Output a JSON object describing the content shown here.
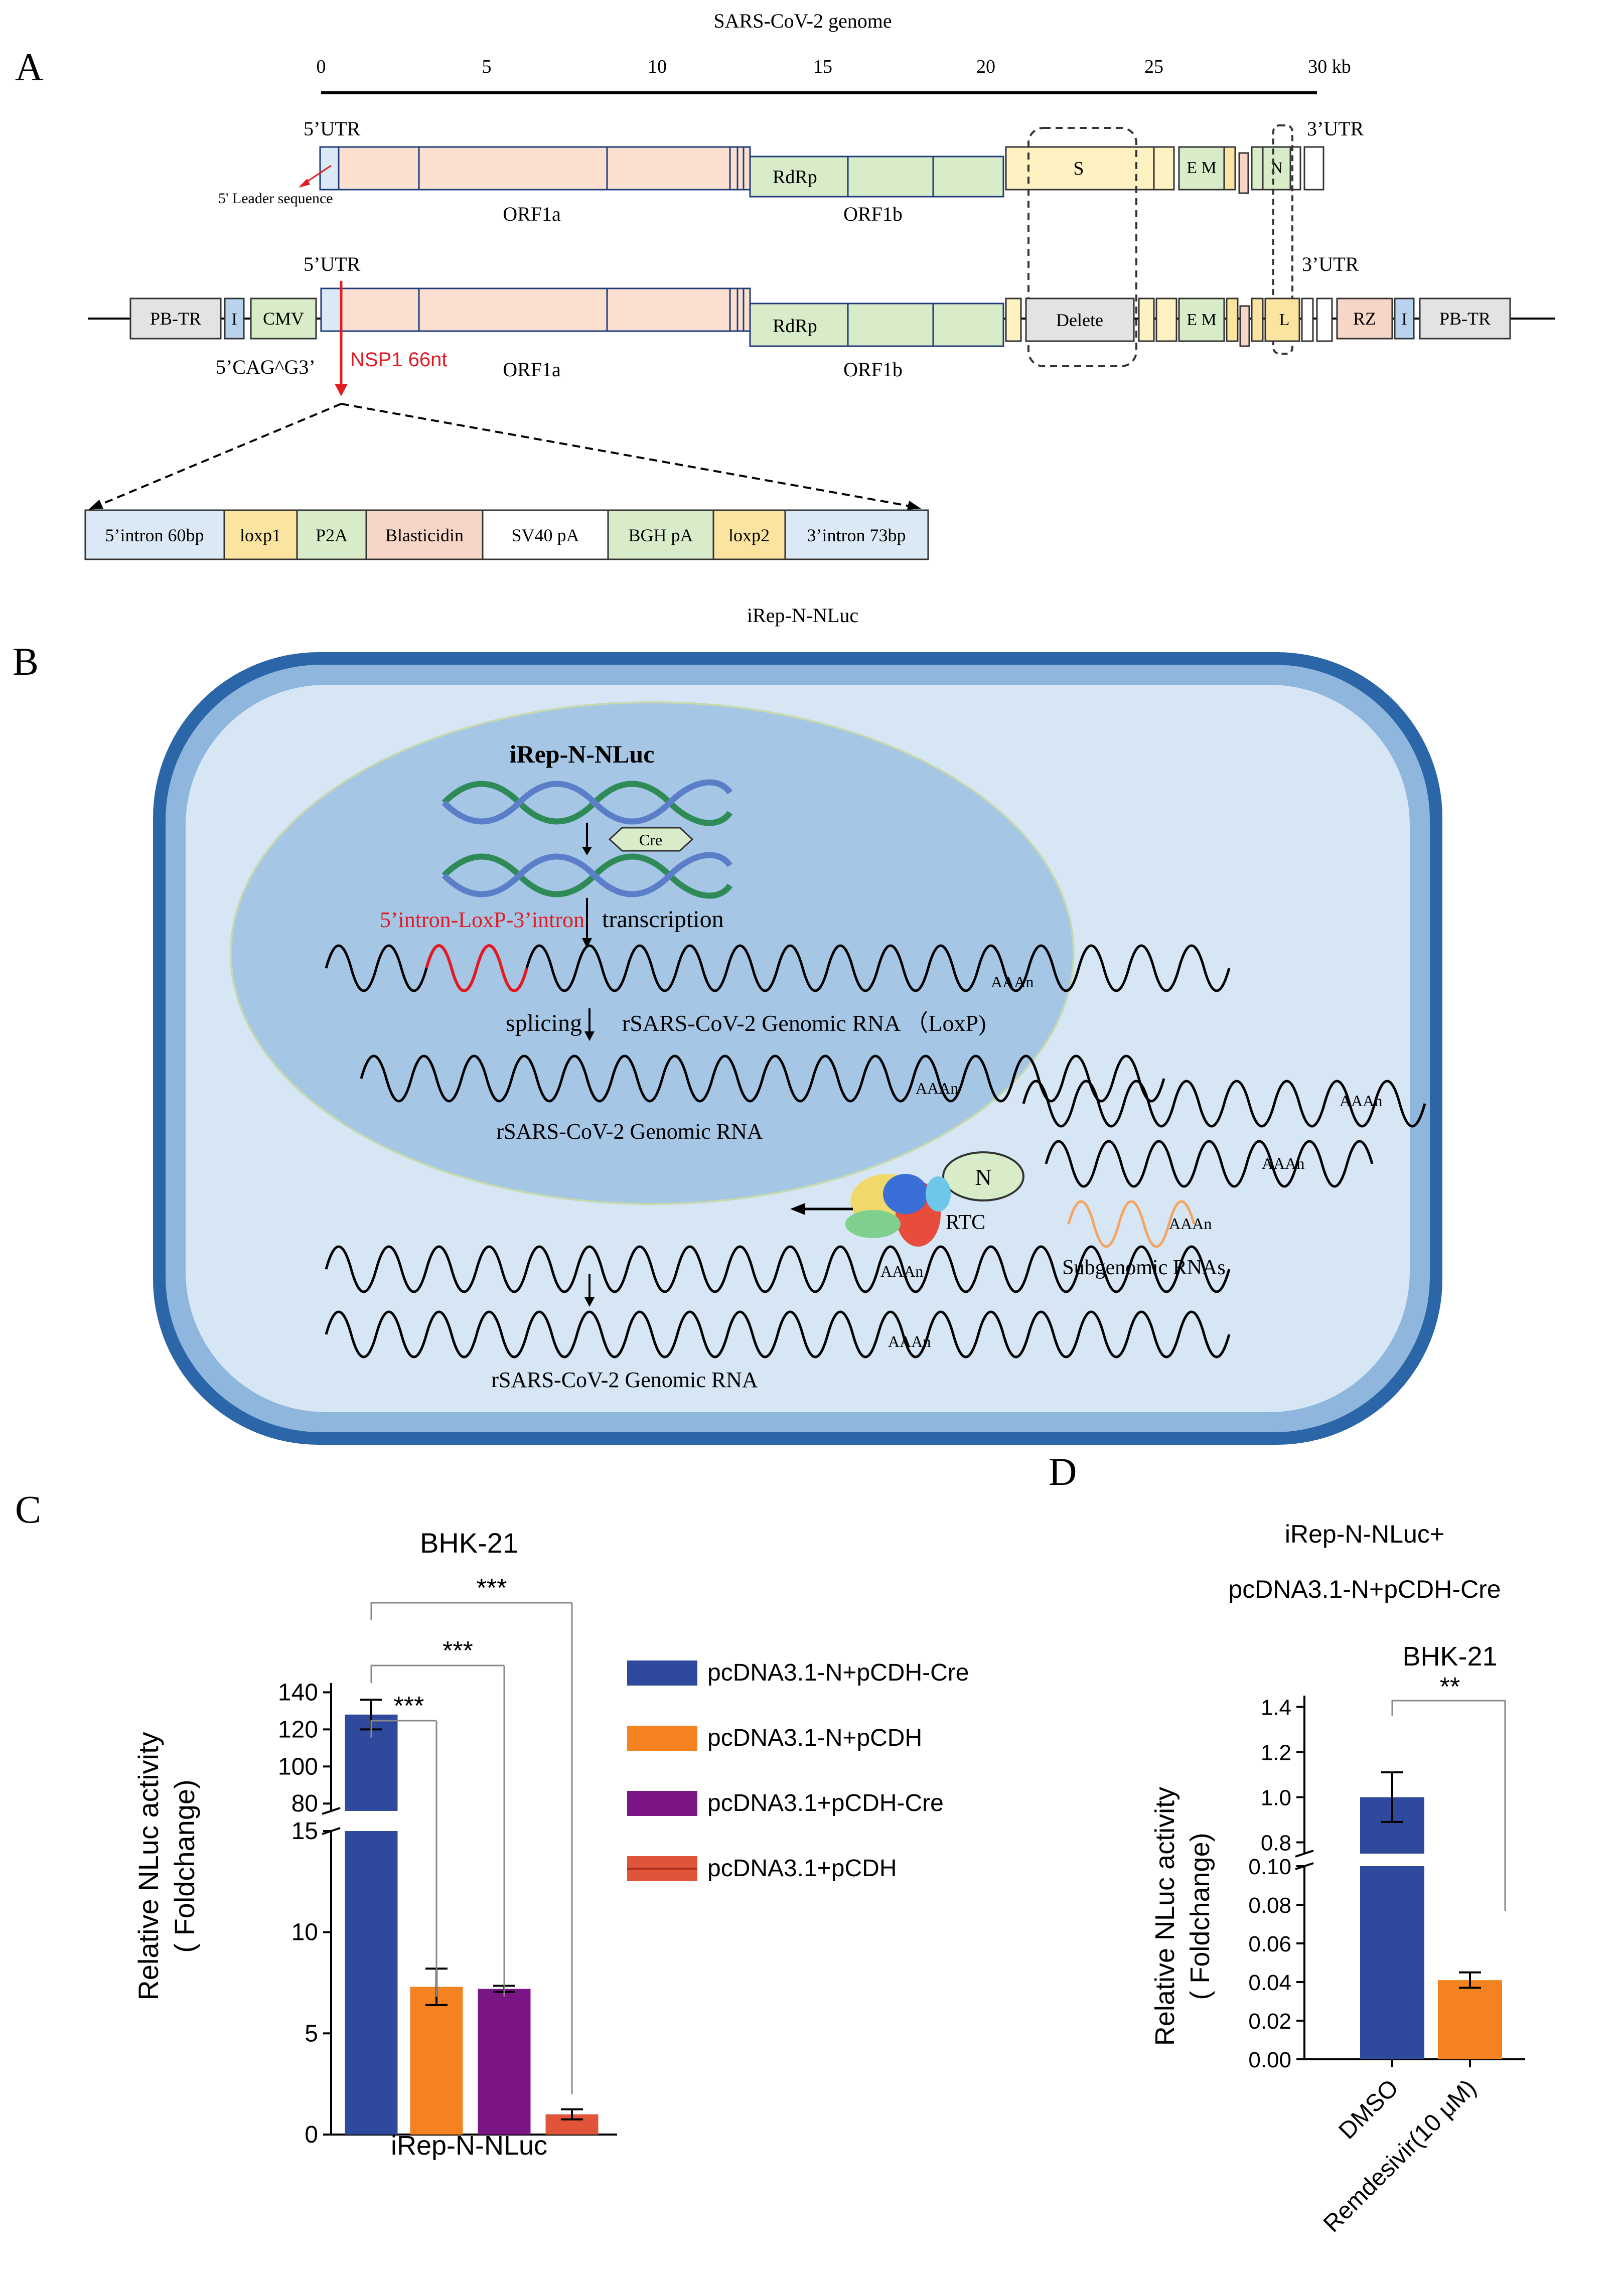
{
  "panel_labels": {
    "a": "A",
    "b": "B",
    "c": "C",
    "d": "D"
  },
  "panel_a": {
    "title": "SARS-CoV-2 genome",
    "scale_ticks": [
      "0",
      "5",
      "10",
      "15",
      "20",
      "25",
      "30 kb"
    ],
    "utr5": "5’UTR",
    "utr3": "3’UTR",
    "leader": "5' Leader sequence",
    "rdrp": "RdRp",
    "s": "S",
    "e_m": "E M",
    "n": "N",
    "orf1a": "ORF1a",
    "orf1b": "ORF1b",
    "pb_tr": "PB-TR",
    "i": "I",
    "cmv": "CMV",
    "delete": "Delete",
    "l": "L",
    "rz": "RZ",
    "cag": "5’CAG^G3’",
    "nsp1": "NSP1 66nt",
    "insert": [
      "5’intron 60bp",
      "loxp1",
      "P2A",
      "Blasticidin",
      "SV40 pA",
      "BGH pA",
      "loxp2",
      "3’intron 73bp"
    ],
    "colors": {
      "orf1a": "#fbe0d2",
      "orf1b": "#d9ecc9",
      "s": "#fff2c2",
      "gray": "#e3e3e3",
      "blue_box": "#b9d3ee",
      "yellow": "#fbe3a0",
      "green": "#d9ecc9",
      "pink": "#f7d5c7",
      "light_blue": "#dbe9f6",
      "red": "#e11b22",
      "outline_blue": "#1f3d7a"
    }
  },
  "panel_b": {
    "title": "iRep-N-NLuc",
    "inner_title": "iRep-N-NLuc",
    "cre": "Cre",
    "loxp_label": "5’intron-LoxP-3’intron",
    "transcription": "transcription",
    "splicing": "splicing",
    "genomic_loxp": "rSARS-CoV-2 Genomic RNA （LoxP)",
    "genomic_nucleus": "rSARS-CoV-2 Genomic RNA",
    "genomic_bottom": "rSARS-CoV-2 Genomic RNA",
    "aaan": "AAAn",
    "n": "N",
    "rtc": "RTC",
    "subgenomic": "Subgenomic RNAs"
  },
  "chart_data": [
    {
      "type": "bar",
      "title": "BHK-21",
      "xlabel": "iRep-N-NLuc",
      "ylabel": "Relative NLuc activity",
      "ylabel2": "( Foldchange)",
      "categories": [
        "pcDNA3.1-N+pCDH-Cre",
        "pcDNA3.1-N+pCDH",
        "pcDNA3.1+pCDH-Cre",
        "pcDNA3.1+pCDH"
      ],
      "values": [
        128,
        7.3,
        7.2,
        1.0
      ],
      "errors": [
        8,
        0.9,
        0.15,
        0.25
      ],
      "colors": [
        "#2f4a9c",
        "#f58220",
        "#7b1586",
        "#e0553a"
      ],
      "ylim_lower": [
        0,
        15
      ],
      "ylim_upper": [
        76,
        145
      ],
      "yticks_lower": [
        "0",
        "5",
        "10",
        "15"
      ],
      "yticks_upper": [
        "80",
        "100",
        "120",
        "140"
      ],
      "significance": [
        "***",
        "***",
        "***"
      ],
      "legend": [
        "pcDNA3.1-N+pCDH-Cre",
        "pcDNA3.1-N+pCDH",
        "pcDNA3.1+pCDH-Cre",
        "pcDNA3.1+pCDH"
      ]
    },
    {
      "type": "bar",
      "title_line1": "iRep-N-NLuc+",
      "title_line2": "pcDNA3.1-N+pCDH-Cre",
      "title": "BHK-21",
      "ylabel": "Relative NLuc activity",
      "ylabel2": "( Foldchange)",
      "categories": [
        "DMSO",
        "Remdesivir(10 μM)"
      ],
      "values": [
        1.0,
        0.041
      ],
      "errors": [
        0.11,
        0.004
      ],
      "colors": [
        "#2f4a9c",
        "#f58220"
      ],
      "ylim_lower": [
        0,
        0.1
      ],
      "ylim_upper": [
        0.75,
        1.45
      ],
      "yticks_lower": [
        "0.00",
        "0.02",
        "0.04",
        "0.06",
        "0.08",
        "0.10"
      ],
      "yticks_upper": [
        "0.8",
        "1.0",
        "1.2",
        "1.4"
      ],
      "significance": [
        "**"
      ]
    }
  ]
}
